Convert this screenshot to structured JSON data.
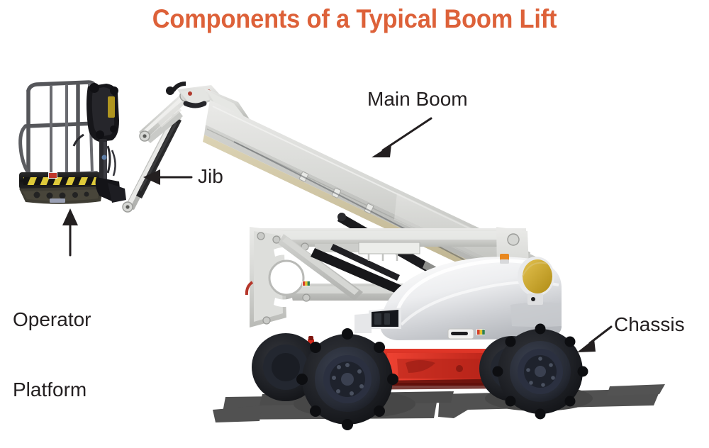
{
  "figure": {
    "title": "Components of a Typical Boom Lift",
    "title_color": "#DD6139",
    "background_color": "#FFFFFF",
    "subject": "articulating boom lift, side view"
  },
  "labels": {
    "main_boom": "Main Boom",
    "jib": "Jib",
    "operator_platform_line1": "Operator",
    "operator_platform_line2": "Platform",
    "chassis": "Chassis",
    "text_color": "#231F20"
  },
  "machine_colors": {
    "boom_light_gray": "#DCDCDA",
    "boom_mid_gray": "#C3C4C1",
    "boom_shadow_gray": "#A7A8A5",
    "boom_tan_underside": "#CFC6A8",
    "turret_white": "#F2F2F2",
    "turret_shade": "#D4D5D7",
    "chassis_red": "#CE2A1E",
    "chassis_red_dark": "#8E1A12",
    "tire_black": "#1C1C20",
    "wheel_rim": "#2A2D38",
    "platform_black": "#1A1A1A",
    "hazard_yellow": "#E8D33C",
    "beacon_orange": "#E8871E",
    "tank_gold": "#C9A227",
    "ground_shadow": "#3A3A3A",
    "rail_gray": "#55565A"
  },
  "parts": [
    "operator platform basket with guardrails",
    "hazard-striped platform base",
    "control console",
    "jib articulating arm",
    "telescoping main boom",
    "riser / tower linkage",
    "turret engine cowling",
    "orange beacon light",
    "gold fuel tank cap",
    "red chassis frame",
    "four lug-tread tires"
  ]
}
